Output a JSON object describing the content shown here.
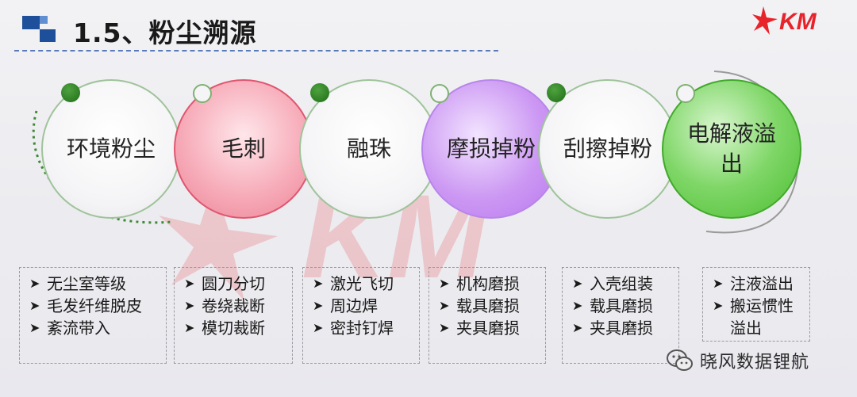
{
  "header": {
    "title": "1.5、粉尘溯源",
    "logo_text": "KM"
  },
  "watermark_text": "KM",
  "sources": [
    {
      "label": "环境粉尘",
      "style": "white",
      "items": [
        "无尘室等级",
        "毛发纤维脱皮",
        "紊流带入"
      ]
    },
    {
      "label": "毛刺",
      "style": "red",
      "items": [
        "圆刀分切",
        "卷绕裁断",
        "模切裁断"
      ]
    },
    {
      "label": "融珠",
      "style": "white",
      "items": [
        "激光飞切",
        "周边焊",
        "密封钉焊"
      ]
    },
    {
      "label": "摩损掉粉",
      "style": "purple",
      "items": [
        "机构磨损",
        "载具磨损",
        "夹具磨损"
      ]
    },
    {
      "label": "刮擦掉粉",
      "style": "white",
      "items": [
        "入壳组装",
        "载具磨损",
        "夹具磨损"
      ]
    },
    {
      "label": "电解液溢出",
      "style": "green",
      "items": [
        "注液溢出",
        "搬运惯性溢出"
      ]
    }
  ],
  "footer": {
    "wechat_label": "晓风数据锂航"
  },
  "colors": {
    "accent_blue": "#1e4f9a",
    "brand_red": "#e8232a",
    "green": "#4dbe33",
    "red_circle": "#ec8497",
    "purple_circle": "#b877ee"
  }
}
